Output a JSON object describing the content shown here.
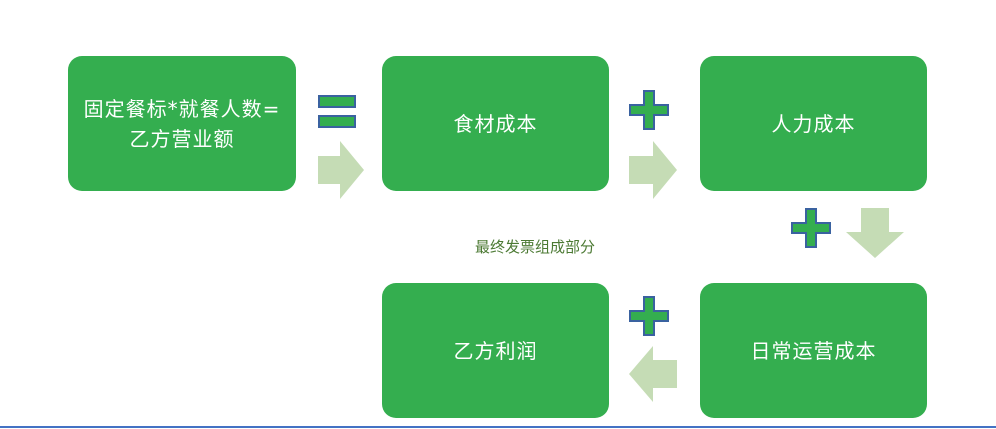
{
  "boxes": {
    "revenue_line1": "固定餐标*就餐人数=",
    "revenue_line2": "乙方营业额",
    "food_cost": "食材成本",
    "labor_cost": "人力成本",
    "daily_cost": "日常运营成本",
    "profit": "乙方利润"
  },
  "caption": "最终发票组成部分",
  "colors": {
    "box": "#34ae4f",
    "arrow": "#c5dcb5",
    "plus": "#34ae4f",
    "operator_stroke": "#3a62a0",
    "rule": "#4472c4"
  },
  "icons": [
    "equals-icon",
    "plus-icon",
    "arrow-right-icon",
    "arrow-down-icon",
    "arrow-left-icon"
  ]
}
